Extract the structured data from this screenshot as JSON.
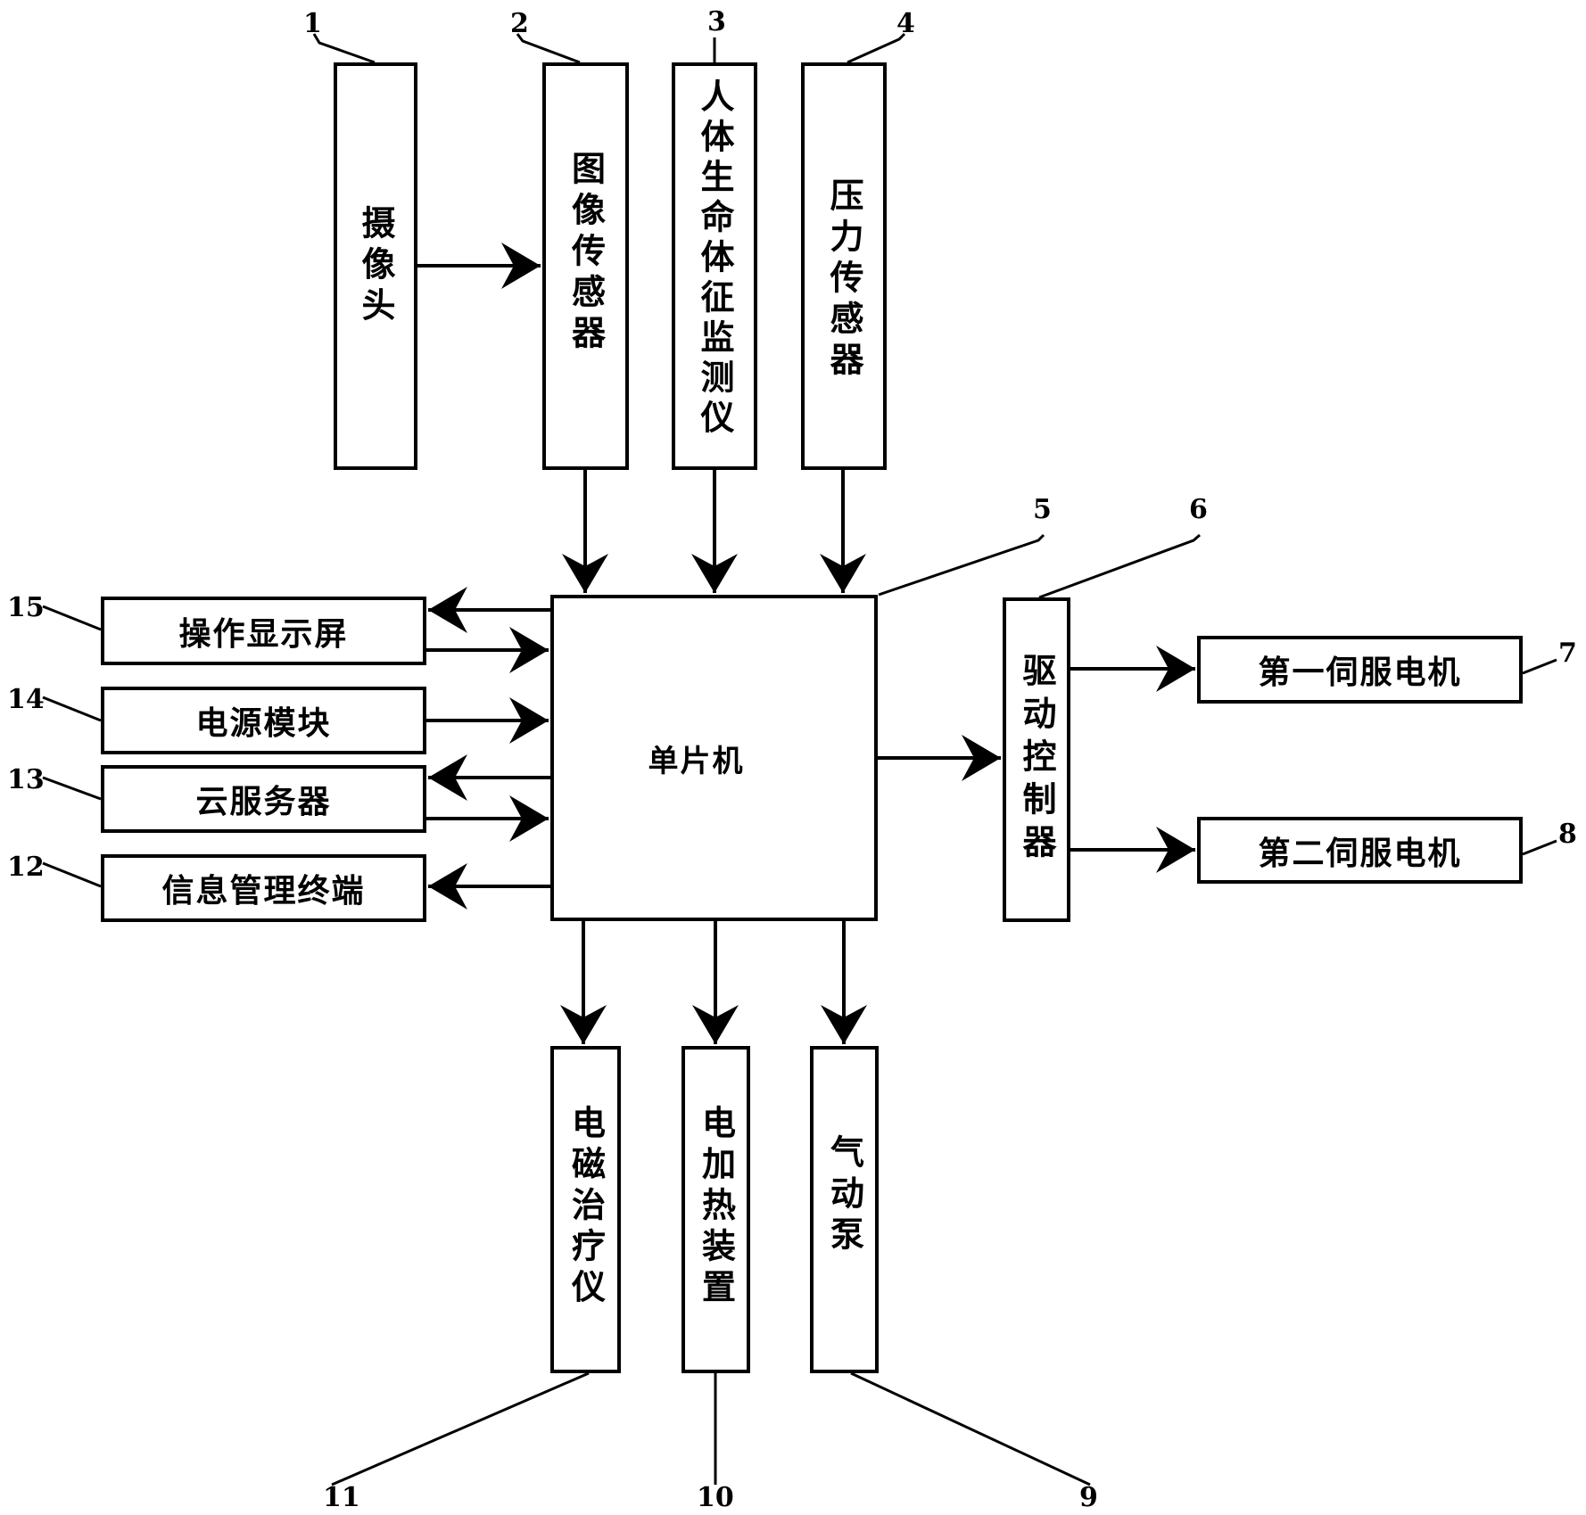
{
  "diagram": {
    "type": "block-diagram",
    "components": [
      {
        "id": 1,
        "label": "摄像头"
      },
      {
        "id": 2,
        "label": "图像传感器"
      },
      {
        "id": 3,
        "label": "人体生命体征监测仪"
      },
      {
        "id": 4,
        "label": "压力传感器"
      },
      {
        "id": 5,
        "label": "单片机"
      },
      {
        "id": 6,
        "label": "驱动控制器"
      },
      {
        "id": 7,
        "label": "第一伺服电机"
      },
      {
        "id": 8,
        "label": "第二伺服电机"
      },
      {
        "id": 9,
        "label": "气动泵"
      },
      {
        "id": 10,
        "label": "电加热装置"
      },
      {
        "id": 11,
        "label": "电磁治疗仪"
      },
      {
        "id": 12,
        "label": "信息管理终端"
      },
      {
        "id": 13,
        "label": "云服务器"
      },
      {
        "id": 14,
        "label": "电源模块"
      },
      {
        "id": 15,
        "label": "操作显示屏"
      }
    ],
    "numbers": {
      "n1": "1",
      "n2": "2",
      "n3": "3",
      "n4": "4",
      "n5": "5",
      "n6": "6",
      "n7": "7",
      "n8": "8",
      "n9": "9",
      "n10": "10",
      "n11": "11",
      "n12": "12",
      "n13": "13",
      "n14": "14",
      "n15": "15"
    },
    "connections": [
      {
        "from": 1,
        "to": 2
      },
      {
        "from": 2,
        "to": 5
      },
      {
        "from": 3,
        "to": 5
      },
      {
        "from": 4,
        "to": 5
      },
      {
        "from": 5,
        "to": 15
      },
      {
        "from": 15,
        "to": 5
      },
      {
        "from": 14,
        "to": 5
      },
      {
        "from": 5,
        "to": 13
      },
      {
        "from": 13,
        "to": 5
      },
      {
        "from": 5,
        "to": 12
      },
      {
        "from": 5,
        "to": 6
      },
      {
        "from": 6,
        "to": 7
      },
      {
        "from": 6,
        "to": 8
      },
      {
        "from": 5,
        "to": 11
      },
      {
        "from": 5,
        "to": 10
      },
      {
        "from": 5,
        "to": 9
      }
    ]
  }
}
